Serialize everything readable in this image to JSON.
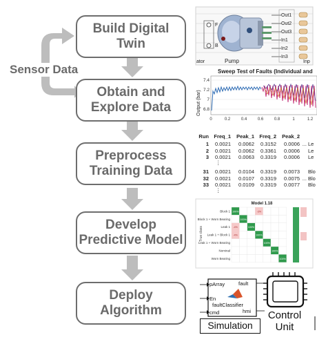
{
  "steps": [
    {
      "label": "Build Digital\nTwin"
    },
    {
      "label": "Obtain and\nExplore Data"
    },
    {
      "label": "Preprocess\nTraining Data"
    },
    {
      "label": "Develop\nPredictive Model"
    },
    {
      "label": "Deploy\nAlgorithm"
    }
  ],
  "sensor_label": "Sensor Data",
  "colors": {
    "box_border": "#6d6d6d",
    "arrow": "#bdbdbd",
    "text": "#6a6a6a"
  },
  "twin_panel": {
    "ports_right": [
      "Out1",
      "Out2",
      "Out3",
      "In1",
      "In2",
      "In3"
    ],
    "port_letters": [
      "F",
      "B"
    ],
    "bottom_label": "Pump",
    "corner_right": "Inp",
    "corner_left": "ator"
  },
  "sweep_chart": {
    "title": "Sweep Test of Faults (Individual and",
    "ylabel": "Output (bar)",
    "y_ticks": [
      "7.4",
      "7.2",
      "7",
      "6.8"
    ],
    "x_ticks": [
      "0",
      "0.2",
      "0.4",
      "0.6",
      "0.8",
      "1",
      "1.2"
    ]
  },
  "table": {
    "headers": [
      "Run",
      "Freq_1",
      "Peak_1",
      "Freq_2",
      "Peak_2"
    ],
    "rows_top": [
      {
        "run": "1",
        "f1": "0.0021",
        "p1": "0.0062",
        "f2": "0.3152",
        "p2": "0.0006",
        "extra": "...",
        "tag": "Le"
      },
      {
        "run": "2",
        "f1": "0.0021",
        "f2": "0.3361",
        "p1": "0.0062",
        "p2": "0.0006",
        "extra": "",
        "tag": "Le"
      },
      {
        "run": "3",
        "f1": "0.0021",
        "p1": "0.0063",
        "f2": "0.3319",
        "p2": "0.0006",
        "extra": "",
        "tag": "Le"
      }
    ],
    "rows_bottom": [
      {
        "run": "31",
        "f1": "0.0021",
        "p1": "0.0104",
        "f2": "0.3319",
        "p2": "0.0073",
        "extra": "",
        "tag": "Blo"
      },
      {
        "run": "32",
        "f1": "0.0021",
        "p1": "0.0107",
        "f2": "0.3319",
        "p2": "0.0075",
        "extra": "...",
        "tag": "Blo"
      },
      {
        "run": "33",
        "f1": "0.0021",
        "p1": "0.0109",
        "f2": "0.3319",
        "p2": "0.0077",
        "extra": "",
        "tag": "Blo"
      }
    ],
    "ellipsis": "⋮"
  },
  "confusion": {
    "title": "Model 1.18",
    "side_label": "True class",
    "rows": [
      "Block 1",
      "Block 1 + Worn Bearing",
      "Leak 1",
      "Leak 1 + Block 1",
      "Leak 1 + Worn Bearing",
      "Nominal",
      "Worn Bearing"
    ],
    "diag_values": [
      "100%",
      "100%",
      "100%",
      "100%",
      "100%",
      "100%",
      "100%"
    ],
    "off_values": [
      "-3%",
      "-4%",
      "-4%"
    ]
  },
  "simulink": {
    "inputs": [
      "pArray",
      "En",
      "cmd"
    ],
    "outputs": [
      "fault",
      "hmi"
    ],
    "block_name": "faultClassifier",
    "caption": "Simulation"
  },
  "control_unit": {
    "caption": "Control\nUnit"
  }
}
